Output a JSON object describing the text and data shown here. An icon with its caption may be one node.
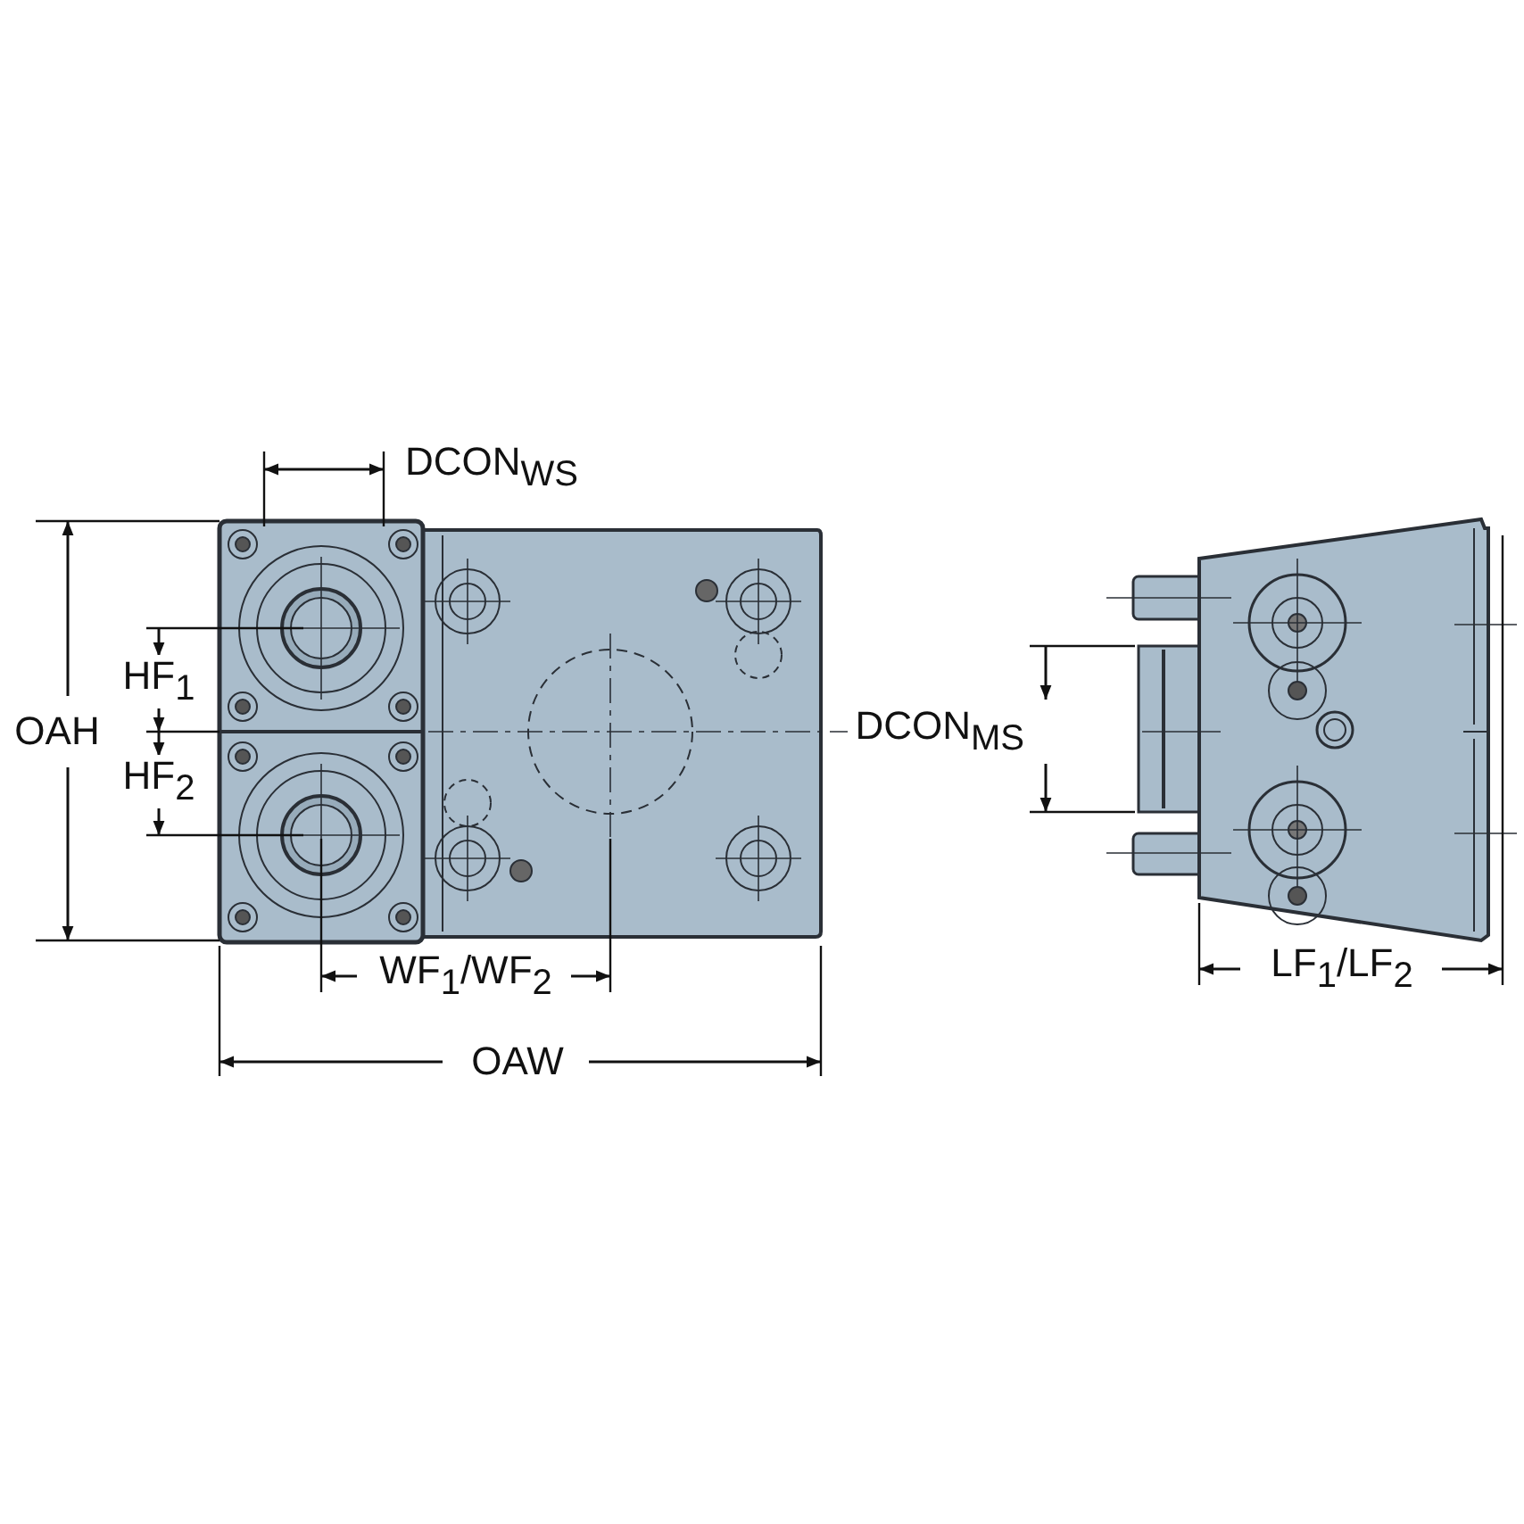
{
  "diagram": {
    "labels": [
      "DCON$_{WS}$",
      "OAH",
      "HF$_{1}$",
      "HF$_{2}$",
      "WF$_{1}$/WF$_{2}$",
      "OAW",
      "DCON$_{MS}$",
      "LF$_{1}$/LF$_{2}$"
    ]
  }
}
